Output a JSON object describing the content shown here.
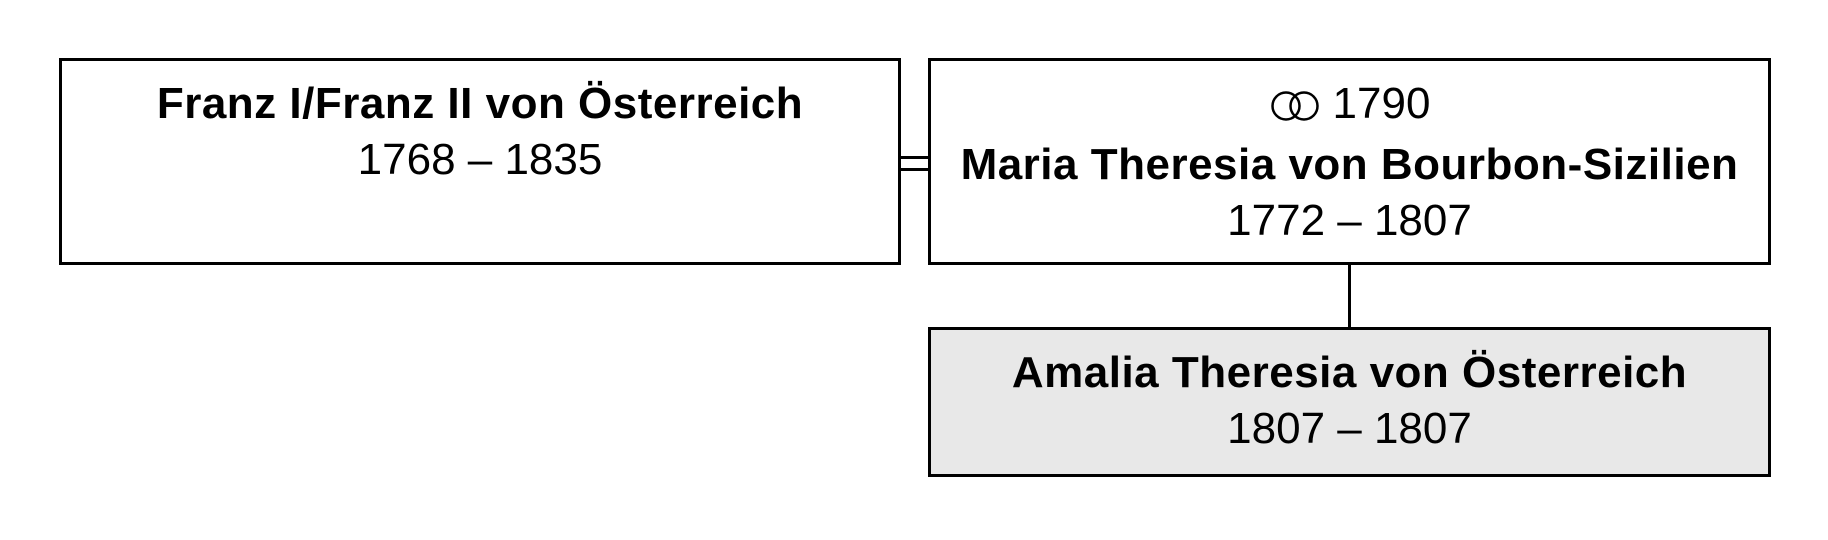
{
  "father": {
    "name": "Franz I/Franz II von Österreich",
    "dates": "1768 – 1835"
  },
  "mother": {
    "marriage_symbol": "rings-icon",
    "marriage_year": "1790",
    "name": "Maria Theresia von Bourbon-Sizilien",
    "dates": "1772 – 1807"
  },
  "child": {
    "name": "Amalia Theresia von Österreich",
    "dates": "1807 – 1807",
    "highlight_color": "#e8e8e8"
  }
}
